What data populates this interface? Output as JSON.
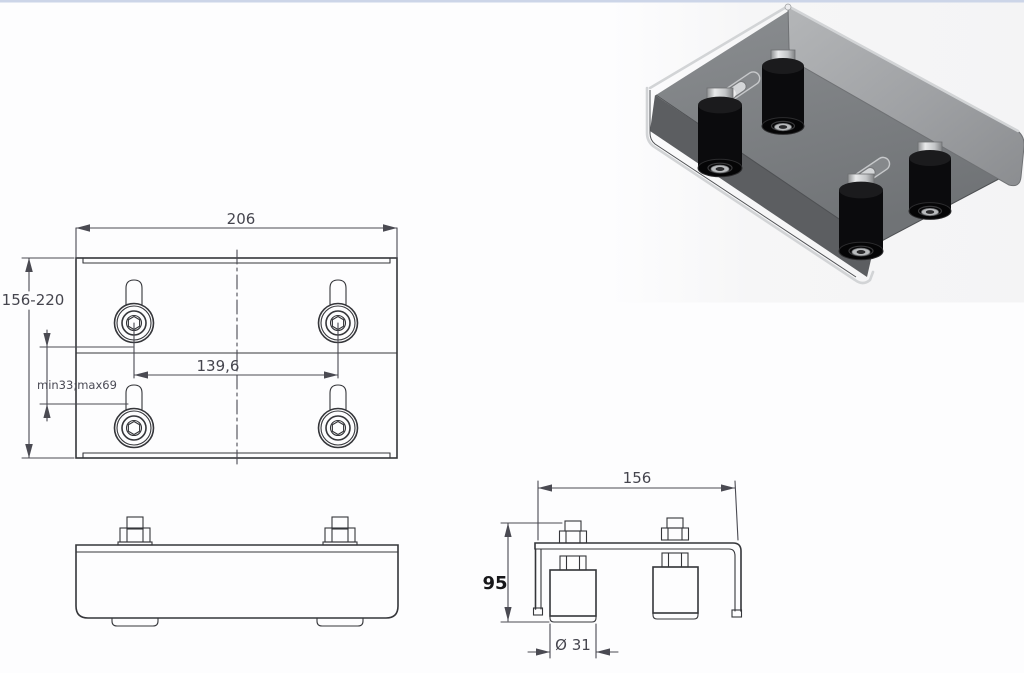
{
  "document": {
    "kind": "technical-drawing",
    "subject": "sliding gate guide bracket with four rollers",
    "views": [
      "top-view",
      "front-view",
      "side-view",
      "3d-render"
    ]
  },
  "colors": {
    "background": "#fdfdfe",
    "top_border": "#ccd5e8",
    "outline": "#35363a",
    "dimension": "#4a4a52",
    "render_wall": "#a9abae",
    "render_web": "#7c7f82",
    "render_left_wall": "#5c5e61",
    "render_roller": "#0b0b0d",
    "render_metal": "#cfd1d3"
  },
  "top_view": {
    "width_label": "206",
    "height_range_label": "156-220",
    "roller_spacing_label": "139,6",
    "adjustment_label": "min33;max69"
  },
  "side_view": {
    "width_label": "156",
    "height_label": "95",
    "roller_diameter_label": "Ø 31"
  }
}
